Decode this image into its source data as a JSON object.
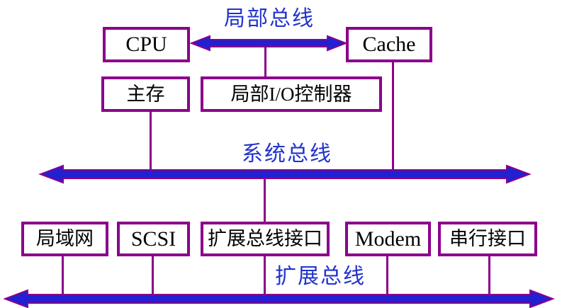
{
  "colors": {
    "purple": "#8B008B",
    "blue_fill": "#2121D1",
    "blue_text": "#2233CC",
    "box_text": "#000000",
    "background": "#FFFFFF"
  },
  "buses": {
    "local_bus": {
      "label": "局部总线"
    },
    "system_bus": {
      "label": "系统总线"
    },
    "expansion_bus": {
      "label": "扩展总线"
    }
  },
  "nodes": {
    "cpu": {
      "label": "CPU"
    },
    "cache": {
      "label": "Cache"
    },
    "main_memory": {
      "label": "主存"
    },
    "local_io_controller": {
      "label": "局部I/O控制器"
    },
    "lan": {
      "label": "局域网"
    },
    "scsi": {
      "label": "SCSI"
    },
    "expansion_bus_interface": {
      "label": "扩展总线接口"
    },
    "modem": {
      "label": "Modem"
    },
    "serial_interface": {
      "label": "串行接口"
    }
  },
  "connections": [
    {
      "from": "cpu",
      "to": "cache",
      "via": "local_bus"
    },
    {
      "from": "local_bus",
      "to": "local_io_controller"
    },
    {
      "from": "main_memory",
      "to": "system_bus"
    },
    {
      "from": "cache",
      "to": "system_bus"
    },
    {
      "from": "system_bus",
      "to": "expansion_bus_interface"
    },
    {
      "from": "lan",
      "to": "expansion_bus"
    },
    {
      "from": "scsi",
      "to": "expansion_bus"
    },
    {
      "from": "expansion_bus_interface",
      "to": "expansion_bus"
    },
    {
      "from": "modem",
      "to": "expansion_bus"
    },
    {
      "from": "serial_interface",
      "to": "expansion_bus"
    }
  ]
}
